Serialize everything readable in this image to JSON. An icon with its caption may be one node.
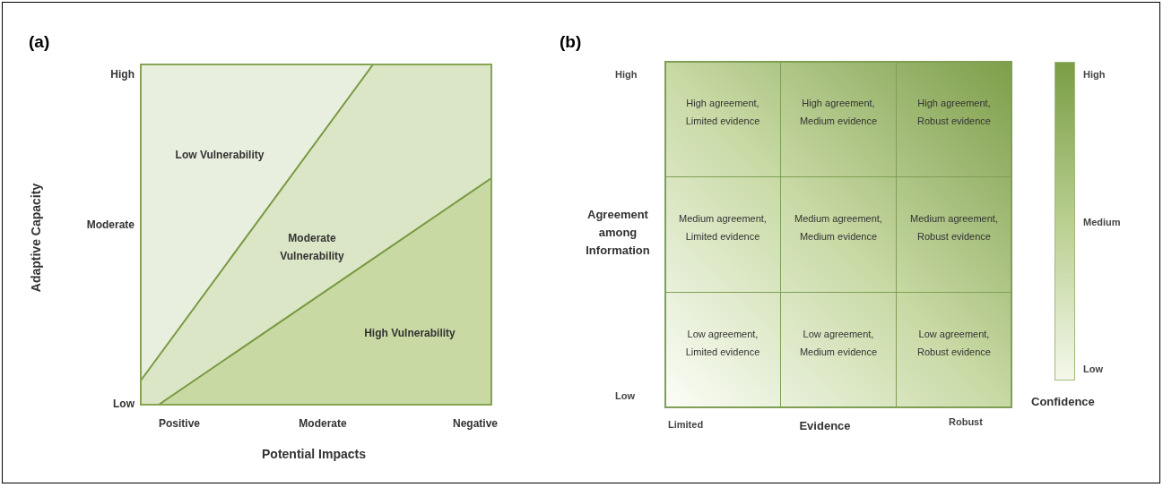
{
  "diagram": {
    "nodes": [
      {
        "text": [
          "High agreement, Limited evidence"
        ]
      },
      {
        "text": [
          "High agreement, Medium evidence"
        ]
      },
      {
        "text": [
          "High agreement, Robust evidence"
        ]
      },
      {
        "text": [
          "Medium agreement, Limited evidence"
        ]
      },
      {
        "text": [
          "Medium agreement, Medium evidence"
        ]
      },
      {
        "text": [
          "Medium agreement, Robust evidence"
        ]
      },
      {
        "text": [
          "Low agreement, Limited evidence"
        ]
      },
      {
        "text": [
          "Low agreement, Medium evidence"
        ]
      },
      {
        "text": [
          "Low agreement, Robust evidence"
        ]
      }
    ],
    "labels": [
      "(a)",
      "High",
      "Moderate",
      "Low",
      "Adaptive Capacity",
      "Low Vulnerability",
      "Moderate Vulnerability",
      "High Vulnerability",
      "Positive",
      "Moderate",
      "Negative",
      "Potential Impacts",
      "(b)",
      "High",
      "Agreement among Information",
      "Low",
      "Limited",
      "Evidence",
      "Robust",
      "High",
      "Medium",
      "Low",
      "Confidence"
    ]
  }
}
